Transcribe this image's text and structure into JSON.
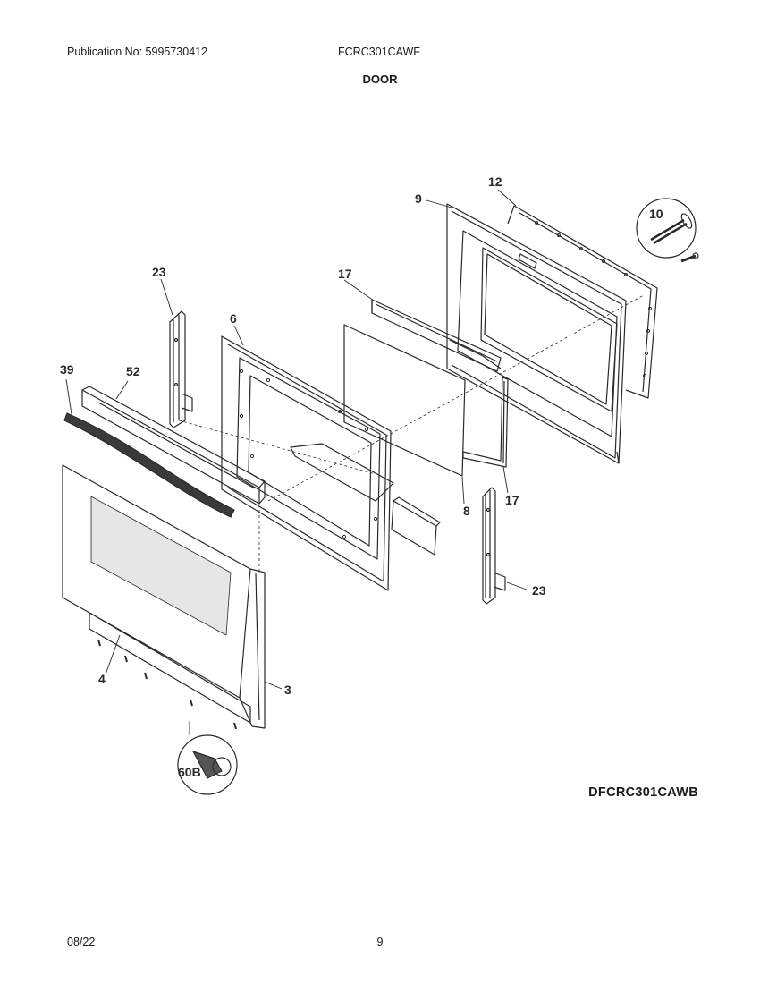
{
  "header": {
    "publication": "Publication No: 5995730412",
    "model": "FCRC301CAWF",
    "section_title": "DOOR"
  },
  "diagram": {
    "callouts": {
      "c12": "12",
      "c9": "9",
      "c10": "10",
      "c23_top": "23",
      "c17_top": "17",
      "c6": "6",
      "c39": "39",
      "c52": "52",
      "c8": "8",
      "c17_bottom": "17",
      "c23_bottom": "23",
      "c4": "4",
      "c3": "3",
      "c60b": "60B"
    },
    "diagram_code": "DFCRC301CAWB"
  },
  "footer": {
    "date": "08/22",
    "page_number": "9"
  }
}
